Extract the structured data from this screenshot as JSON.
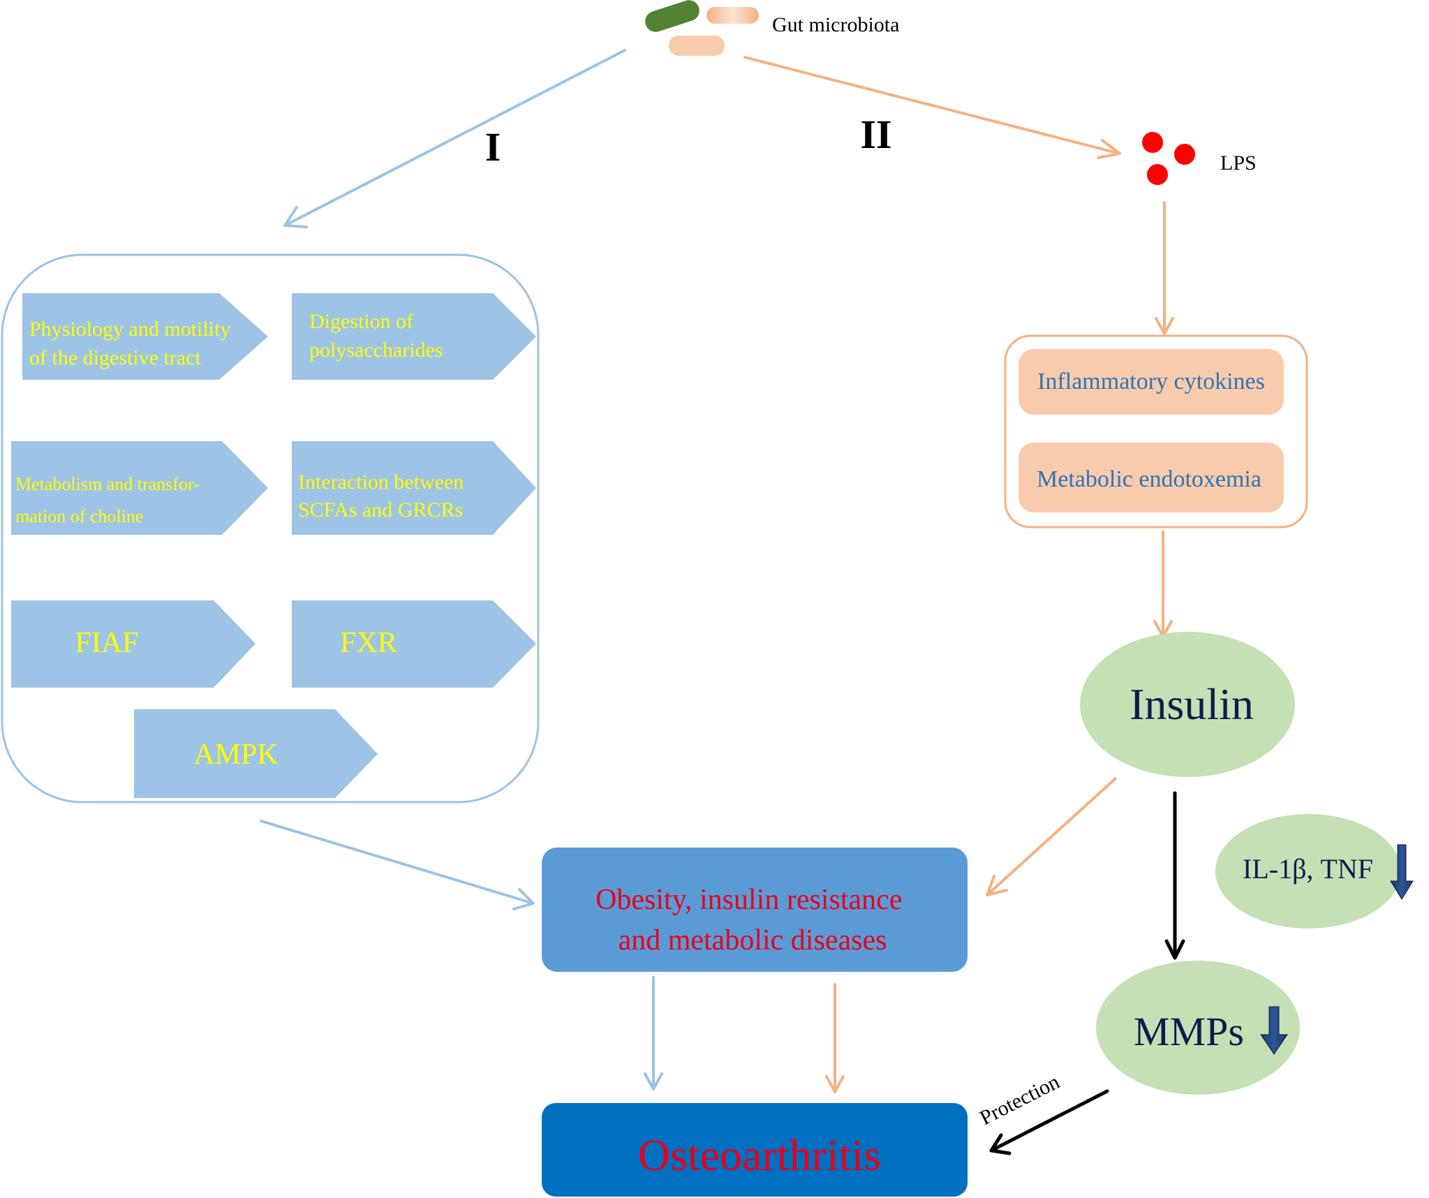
{
  "colors": {
    "blue_line": "#9DC3E6",
    "orange_line": "#F4B183",
    "pathway_arrow_fill": "#9DC3E6",
    "pathway_text": "#FFFF00",
    "salmon_fill": "#F8CBAD",
    "cytokine_text": "#2E75B6",
    "green_ellipse": "#C5E0B4",
    "navy_text": "#0D1B4C",
    "obesity_fill": "#5B9BD5",
    "oa_fill": "#0070C0",
    "red_text": "#E8001C",
    "lps_dot": "#FF0000",
    "bacteria_green": "#548235",
    "bacteria_peach": "#F4B183"
  },
  "source": {
    "label": "Gut microbiota"
  },
  "routes": {
    "route_one": "I",
    "route_two": "II"
  },
  "lps": {
    "label": "LPS"
  },
  "pathway_box": {
    "items": [
      {
        "line1": "Physiology and motility",
        "line2": "of the digestive tract"
      },
      {
        "line1": "Digestion of",
        "line2": "polysaccharides"
      },
      {
        "line1": "Metabolism and transfor-",
        "line2": "mation of choline"
      },
      {
        "line1": "Interaction between",
        "line2": "SCFAs and GRCRs"
      },
      {
        "line1": "FIAF"
      },
      {
        "line1": "FXR"
      },
      {
        "line1": "AMPK"
      }
    ]
  },
  "inflammation_box": {
    "items": [
      "Inflammatory cytokines",
      "Metabolic endotoxemia"
    ]
  },
  "insulin": {
    "label": "Insulin"
  },
  "cytokine_markers": {
    "label": "IL-1β, TNF"
  },
  "mmps": {
    "label": "MMPs"
  },
  "obesity": {
    "line1": "Obesity, insulin resistance",
    "line2": "and metabolic diseases"
  },
  "protection": {
    "label": "Protection"
  },
  "outcome": {
    "label": "Osteoarthritis"
  }
}
